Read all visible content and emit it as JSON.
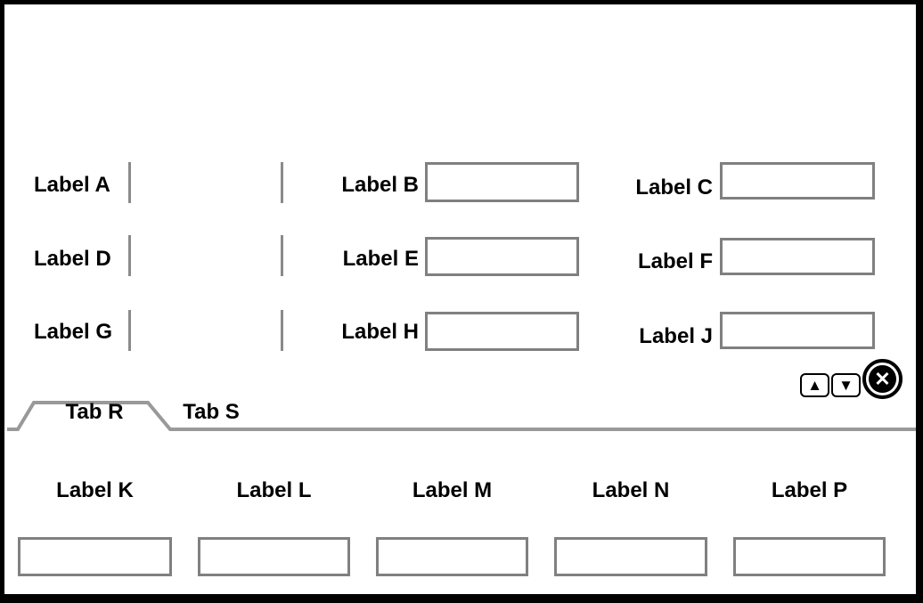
{
  "colors": {
    "window_border": "#000000",
    "field_border": "#808080",
    "tab_line": "#999999",
    "text": "#000000"
  },
  "top_form": {
    "left_fields": [
      {
        "label": "Label A",
        "value": ""
      },
      {
        "label": "Label D",
        "value": ""
      },
      {
        "label": "Label G",
        "value": ""
      }
    ],
    "middle_fields": [
      {
        "label": "Label B",
        "value": ""
      },
      {
        "label": "Label E",
        "value": ""
      },
      {
        "label": "Label H",
        "value": ""
      }
    ],
    "right_fields": [
      {
        "label": "Label C",
        "value": ""
      },
      {
        "label": "Label F",
        "value": ""
      },
      {
        "label": "Label J",
        "value": ""
      }
    ]
  },
  "controls": {
    "scroll_up_icon": "▲",
    "scroll_down_icon": "▼",
    "close_icon": "✕"
  },
  "tabs": {
    "active": "Tab R",
    "items": [
      {
        "label": "Tab R"
      },
      {
        "label": "Tab S"
      }
    ]
  },
  "bottom_form": {
    "fields": [
      {
        "label": "Label K",
        "value": ""
      },
      {
        "label": "Label L",
        "value": ""
      },
      {
        "label": "Label M",
        "value": ""
      },
      {
        "label": "Label N",
        "value": ""
      },
      {
        "label": "Label P",
        "value": ""
      }
    ]
  }
}
